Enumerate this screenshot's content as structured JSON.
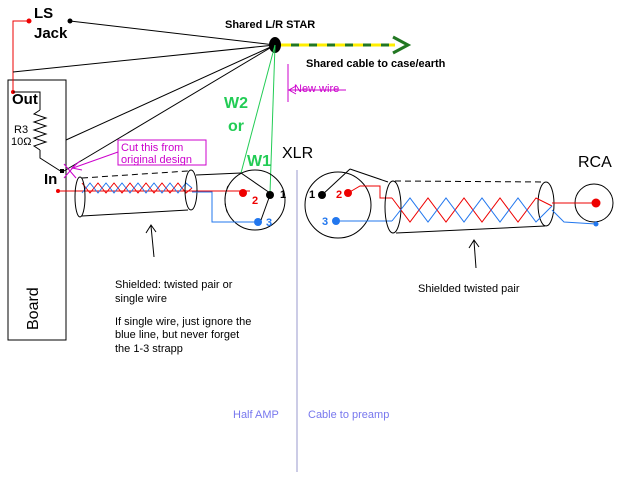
{
  "labels": {
    "ls_jack_1": "LS",
    "ls_jack_2": "Jack",
    "out": "Out",
    "r3": "R3",
    "r3_value": "10Ω",
    "in": "In",
    "board": "Board",
    "star": "Shared L/R STAR",
    "earth": "Shared cable to case/earth",
    "new_wire": "New wire",
    "w2": "W2",
    "or": "or",
    "w1": "W1",
    "cut_1": "Cut this from",
    "cut_2": "original design",
    "xlr": "XLR",
    "rca": "RCA",
    "pin1_left": "1",
    "pin2_left": "2",
    "pin3_left": "3",
    "pin1_right": "1",
    "pin2_right": "2",
    "pin3_right": "3",
    "shielded_1": "Shielded: twisted pair or",
    "shielded_2": "single wire",
    "note_1": "If single wire, just ignore the",
    "note_2": "blue line, but never forget",
    "note_3": "the 1-3 strapp",
    "shielded_twisted": "Shielded twisted pair",
    "half_amp": "Half AMP",
    "cable_preamp": "Cable to preamp"
  },
  "colors": {
    "signal_red": "#ee0000",
    "signal_blue": "#2277ee",
    "new_wire_green": "#22cc55",
    "annotation_magenta": "#cc00cc",
    "earth_yellow": "#ffee00",
    "earth_green": "#227722",
    "section_blue": "#7777ee",
    "divider": "#9999cc"
  }
}
